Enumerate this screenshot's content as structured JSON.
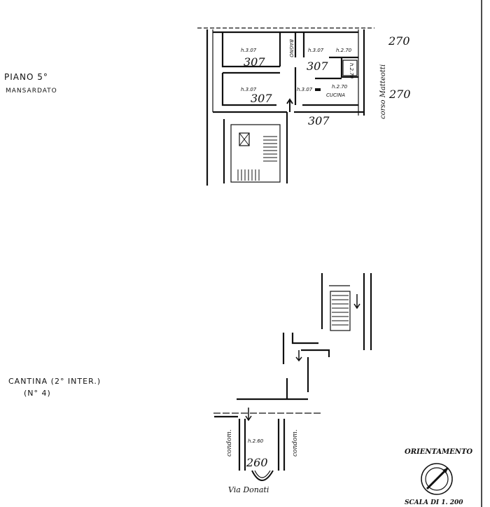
{
  "upper_floor": {
    "title_line1": "PIANO 5°",
    "title_line2": "MANSARDATO",
    "rooms": {
      "bagno": "BAGNO",
      "cucina": "CUCINA"
    },
    "heights": {
      "room_top_left": "h.3.07",
      "room_top_mid": "h.3.07",
      "room_top_right": "h.2.70",
      "room_bottom_left": "h.3.07",
      "corridor": "h.3.07",
      "kitchen": "h.2.70",
      "small_box": "h.2.70"
    },
    "handwritten": {
      "room_top_left": "307",
      "room_top_mid": "307",
      "room_bottom_left": "307",
      "below_corridor": "307",
      "right_upper": "270",
      "right_lower": "270"
    },
    "street": "corso Matteotti"
  },
  "cellar": {
    "title_line1": "CANTINA (2° INTER.)",
    "title_line2": "(N° 4)",
    "height": "h.2.60",
    "handwritten": "260",
    "side_left": "condom.",
    "side_right": "condom.",
    "street": "Via Donati"
  },
  "legend": {
    "orientation": "ORIENTAMENTO",
    "scale": "SCALA DI 1. 200"
  }
}
